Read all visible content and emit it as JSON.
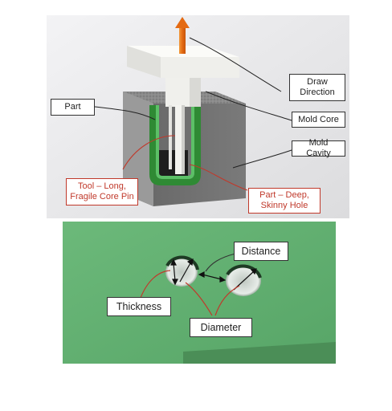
{
  "top_diagram": {
    "labels": {
      "draw_direction": "Draw\nDirection",
      "mold_core": "Mold Core",
      "mold_cavity": "Mold Cavity",
      "part": "Part",
      "tool_issue": "Tool – Long,\nFragile Core Pin",
      "part_issue": "Part – Deep,\nSkinny Hole"
    },
    "colors": {
      "background": "#eaeaec",
      "core": "#f2f2f0",
      "cavity": "#6f6f6f",
      "part": "#2f8a34",
      "arrow": "#e8741a",
      "problem_callout": "#c0392b"
    }
  },
  "bottom_diagram": {
    "labels": {
      "distance": "Distance",
      "thickness": "Thickness",
      "diameter": "Diameter"
    },
    "colors": {
      "plate": "#5fae6e",
      "annotation": "#c0392b"
    }
  }
}
